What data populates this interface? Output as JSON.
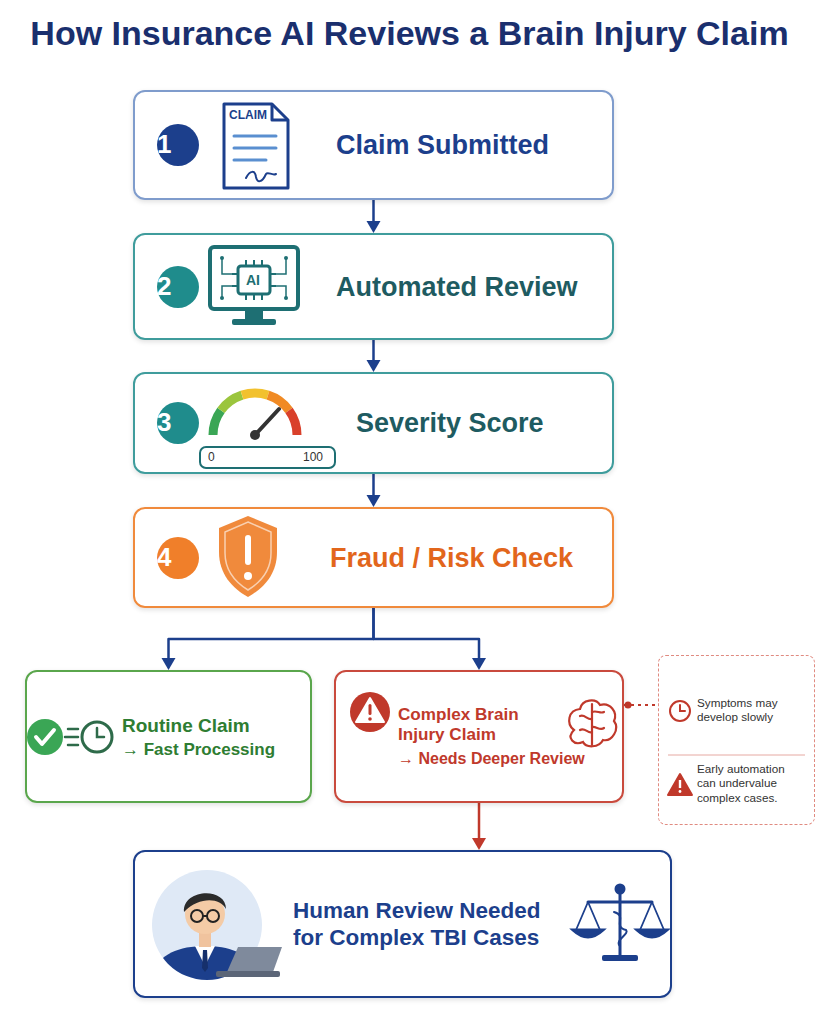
{
  "diagram": {
    "title": "How Insurance AI Reviews a Brain Injury Claim",
    "nodes": [
      {
        "text": [
          "Claim Submitted"
        ]
      },
      {
        "text": [
          "1"
        ],
        "in": 0
      },
      {
        "text": [
          "Automated Review"
        ]
      },
      {
        "text": [
          "2"
        ],
        "in": 2
      },
      {
        "text": [
          "Severity Score"
        ]
      },
      {
        "text": [
          "3"
        ],
        "in": 4
      },
      {
        "text": [
          "Fraud / Risk Check"
        ]
      },
      {
        "text": [
          "4"
        ],
        "in": 6
      },
      {
        "text": [
          "Routine Claim",
          "→ Fast Processing"
        ]
      },
      {
        "text": [
          "Complex Brain Injury Claim",
          "→ Needs Deeper Review"
        ]
      },
      {
        "text": [
          "Symptoms may develop slowly",
          "Early automation can undervalue complex cases."
        ]
      },
      {
        "text": [
          "Human Review Needed for Complex TBI Cases"
        ]
      }
    ],
    "edges": [
      {
        "from": 0,
        "to": 2,
        "arrow": "to"
      },
      {
        "from": 2,
        "to": 4,
        "arrow": "to"
      },
      {
        "from": 4,
        "to": 6,
        "arrow": "to"
      },
      {
        "from": 6,
        "to": 8,
        "arrow": "to"
      },
      {
        "from": 6,
        "to": 9,
        "arrow": "to"
      },
      {
        "from": 9,
        "to": 10,
        "arrow": "none"
      },
      {
        "from": 9,
        "to": 11,
        "arrow": "to"
      }
    ],
    "labels": [
      "CLAIM",
      "AI",
      "0",
      "100"
    ]
  }
}
